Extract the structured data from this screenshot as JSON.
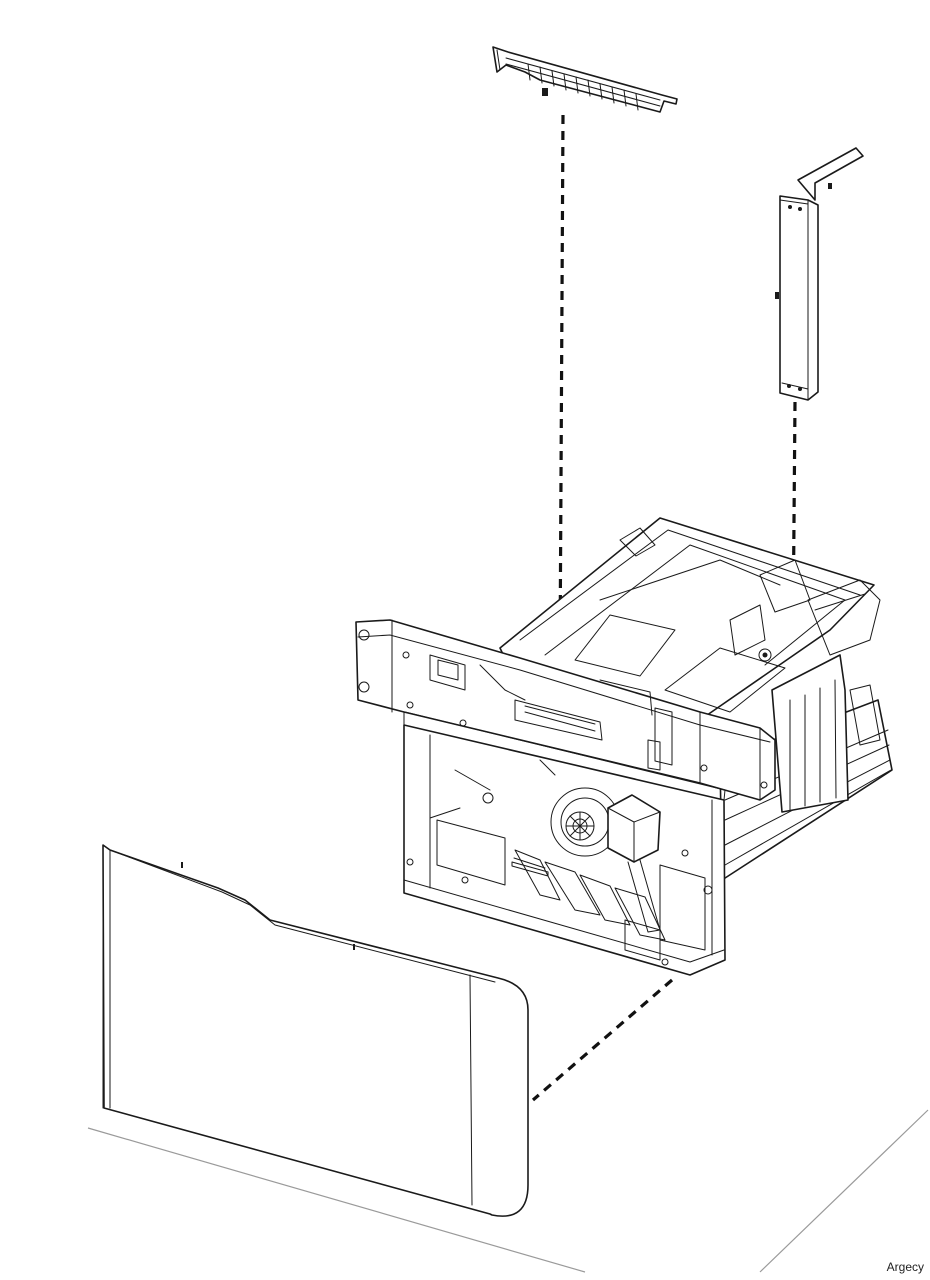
{
  "watermark": {
    "text": "Argecy"
  },
  "colors": {
    "line": "#1a1a1a",
    "background": "#ffffff",
    "floor_line": "#9a9a9a"
  },
  "parts": [
    {
      "name": "top-guide-bracket"
    },
    {
      "name": "side-guide-bracket"
    },
    {
      "name": "tray-frame-assembly"
    },
    {
      "name": "tray-front-cover"
    }
  ]
}
